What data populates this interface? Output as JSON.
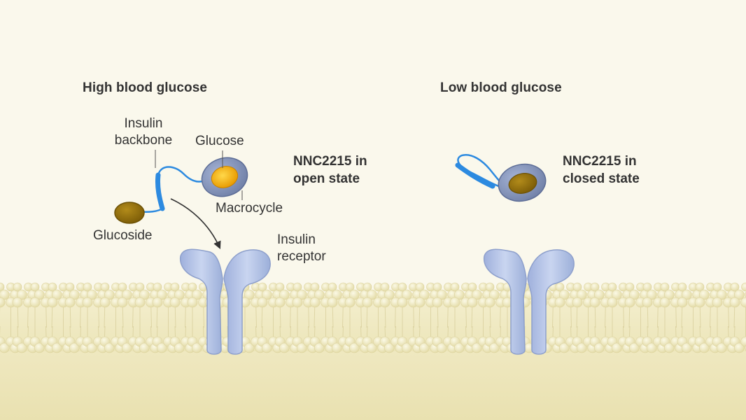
{
  "panels": {
    "left": {
      "title": "High blood glucose",
      "state_label": [
        "NNC2215 in",
        "open state"
      ],
      "labels": {
        "insulin_backbone": [
          "Insulin",
          "backbone"
        ],
        "glucose": "Glucose",
        "macrocycle": "Macrocycle",
        "glucoside": "Glucoside",
        "insulin_receptor": [
          "Insulin",
          "receptor"
        ]
      }
    },
    "right": {
      "title": "Low blood glucose",
      "state_label": [
        "NNC2215 in",
        "closed state"
      ]
    }
  },
  "colors": {
    "background": "#faf8ec",
    "membrane": "#ebe4b4",
    "lipid_head": "#f1edc8",
    "receptor": "#b8c7e8",
    "backbone": "#2c8ae0",
    "macrocycle": "#8292b8",
    "glucose": "#f0a60a",
    "glucoside": "#9a7410"
  }
}
